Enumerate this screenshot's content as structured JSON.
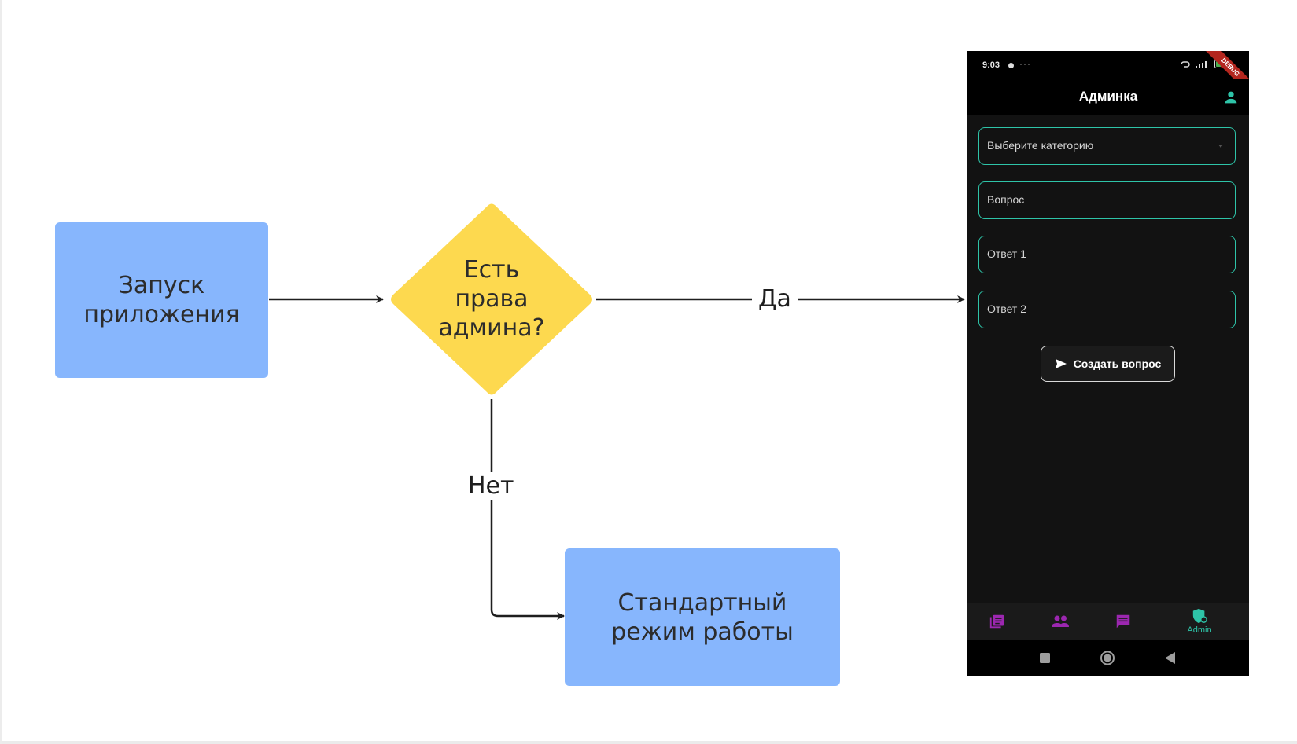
{
  "diagram": {
    "nodes": {
      "start": {
        "label": "Запуск\nприложения"
      },
      "decision": {
        "label": "Есть\nправа\nадмина?"
      },
      "standard": {
        "label": "Стандартный\nрежим работы"
      }
    },
    "edges": {
      "yes_label": "Да",
      "no_label": "Нет"
    },
    "colors": {
      "process_fill": "#87b6fd",
      "decision_fill": "#fdd94f",
      "edge": "#1e1e1e"
    }
  },
  "phone": {
    "status": {
      "time": "9:03",
      "more": "···",
      "debug_banner": "DEBUG"
    },
    "app_bar": {
      "title": "Админка",
      "action_icon": "person-icon"
    },
    "form": {
      "category_placeholder": "Выберите категорию",
      "question_placeholder": "Вопрос",
      "answer1_placeholder": "Ответ 1",
      "answer2_placeholder": "Ответ 2",
      "submit_label": "Создать вопрос"
    },
    "bottom_nav": {
      "items": [
        {
          "icon": "library-books-icon"
        },
        {
          "icon": "people-icon"
        },
        {
          "icon": "chat-icon"
        },
        {
          "icon": "admin-shield-icon",
          "label": "Admin",
          "selected": true
        }
      ]
    },
    "colors": {
      "accent": "#2ec4a8",
      "nav_icon": "#9c27b0",
      "background": "#121212"
    }
  }
}
